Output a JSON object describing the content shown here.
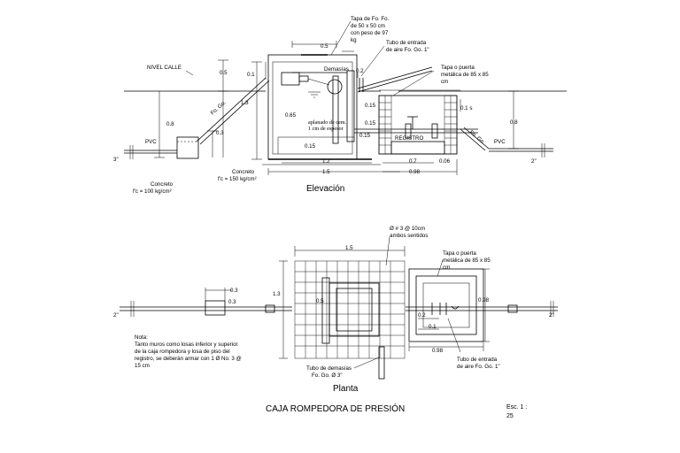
{
  "elevation": {
    "labels": {
      "tapa_fofo": [
        "Tapa de Fo. Fo.",
        "de 50 x 50 cm",
        "con peso de 97",
        "kg"
      ],
      "tubo_aire": [
        "Tubo de entrada",
        "de aire Fo. Go. 1\""
      ],
      "tapa_puerta": [
        "Tapa o puerta",
        "metálica de 85 x 85",
        "cm"
      ],
      "nivel_calle": "NIVEL CALLE",
      "demasias": "Demasías",
      "fogo": "Fo. Go.",
      "fogo_right": "Fo. Go.",
      "aplanado": [
        "aplanado de cem.",
        "1 cm de espesor"
      ],
      "registro": "REGISTRO",
      "pvc_left": "PVC",
      "pvc_right": "PVC",
      "pipe_left": "3\"",
      "pipe_right": "2\"",
      "concreto_small": [
        "Concreto",
        "f'c = 100 kg/cm²"
      ],
      "concreto_box": [
        "Concreto",
        "f'c = 150 kg/cm²"
      ]
    },
    "dims": {
      "d05_top": "0.5",
      "d02": "0.2",
      "d05_left": "0.5",
      "d01": "0.1",
      "d13": "1.3",
      "d08_left": "0.8",
      "d03": "0.3",
      "d065": "0.65",
      "d015_a": "0.15",
      "d015_b": "0.15",
      "d015_c": "0.15",
      "d015_d": "0.15",
      "d01s": "0.1 s",
      "d08_right": "0.8",
      "d12": "1.2",
      "d07": "0.7",
      "d006": "0.06",
      "d15": "1.5",
      "d098": "0.98"
    },
    "title": "Elevación"
  },
  "plan": {
    "labels": {
      "varilla": [
        "Ø # 3 @ 10cm",
        "ambos sentidos"
      ],
      "tapa_puerta": [
        "Tapa o puerta",
        "metálica de 85 x 85",
        "cm"
      ],
      "nota": [
        "Nota:",
        "Tanto muros como losas inferior y superior",
        "de la caja rompedora y losa de piso del",
        "registro, se deberán armar con 1 Ø  No. 3 @",
        "15 cm"
      ],
      "tubo_demasias": [
        "Tubo de demasías",
        "Fo. Go. Ø 3\""
      ],
      "tubo_aire": [
        "Tubo de entrada",
        "de aire Fo. Go. 1\""
      ],
      "pipe_left": "2\"",
      "pipe_right": "2\""
    },
    "dims": {
      "d15": "1.5",
      "d13": "1.3",
      "d05": "0.5",
      "d03_a": "0.3",
      "d03_b": "0.3",
      "d02": "0.2",
      "d01": "0.1",
      "d098_v": "0.98",
      "d098_h": "0.98"
    },
    "title": "Planta"
  },
  "main_title": "CAJA ROMPEDORA DE PRESIÓN",
  "scale": [
    "Esc. 1 :",
    "25"
  ]
}
